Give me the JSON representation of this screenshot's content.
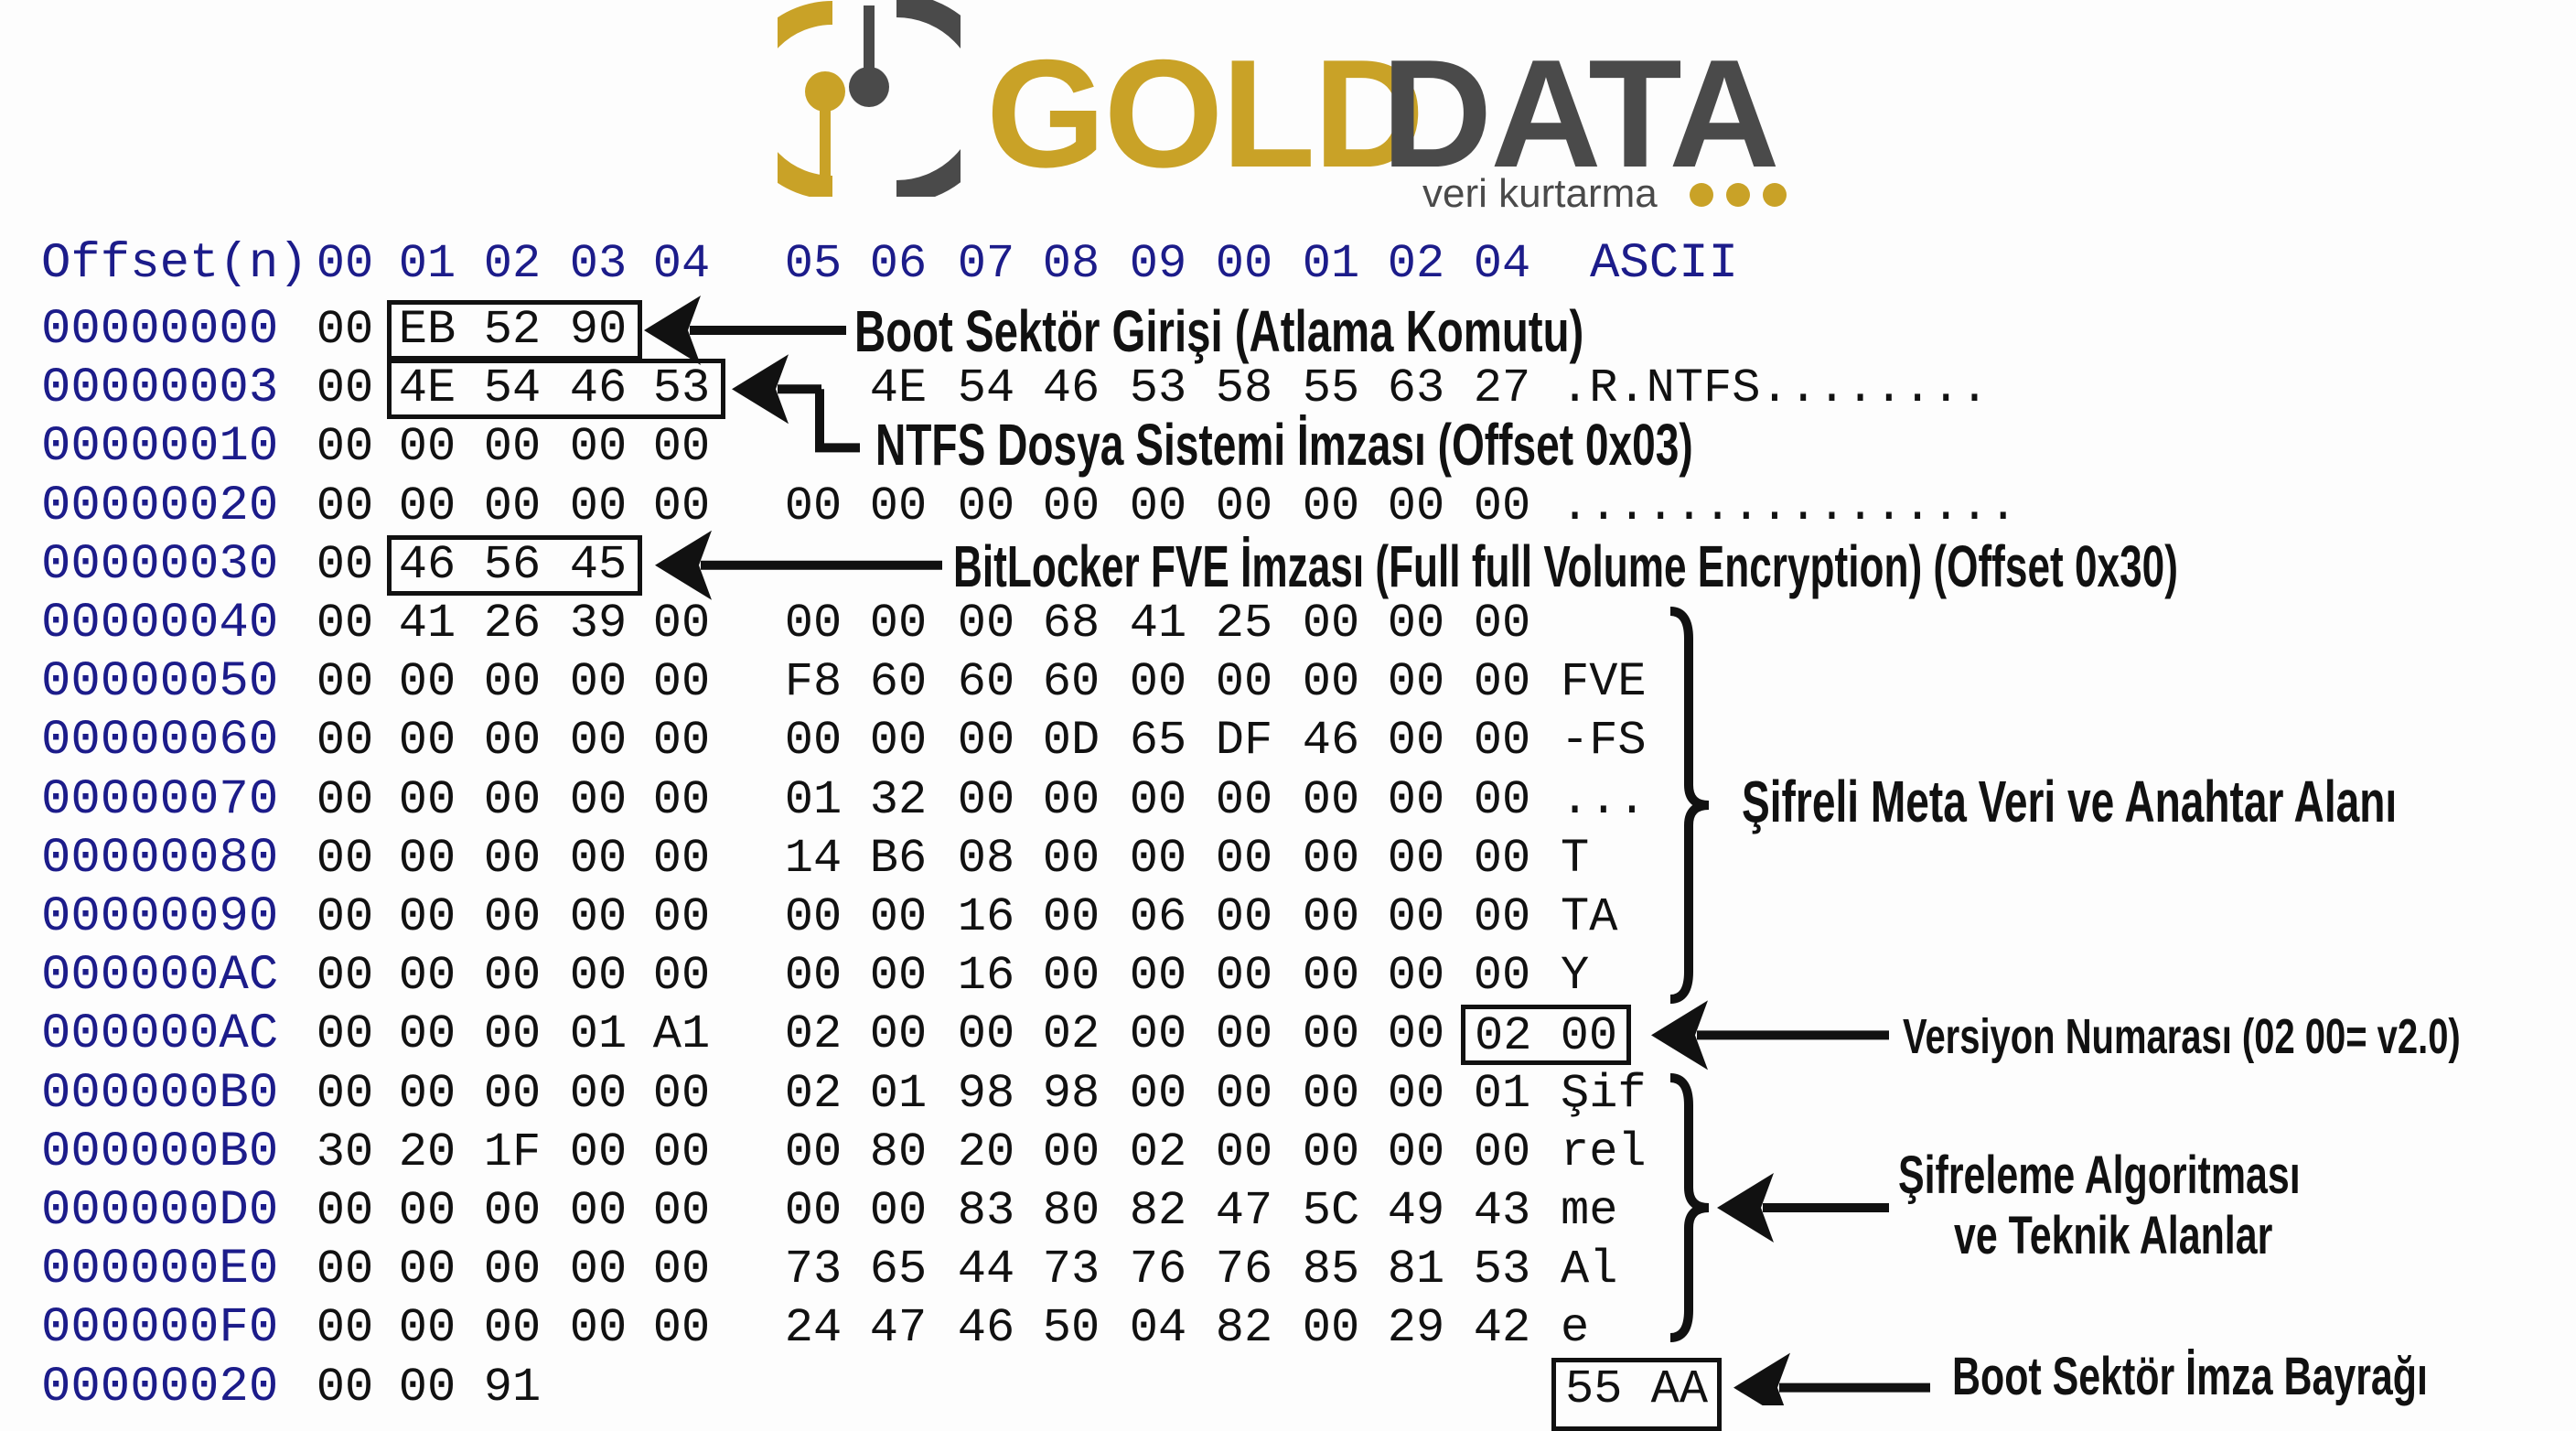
{
  "logo": {
    "brand_gold": "GOLD",
    "brand_dark": "DATA",
    "tagline": "veri kurtarma",
    "icon": "keyhole-circle-logo"
  },
  "colors": {
    "gold": "#C9A227",
    "dark": "#4A4A4A",
    "offset_blue": "#1C1C8A",
    "ink": "#111111"
  },
  "header": {
    "offset_label": "Offset(n)",
    "cols": [
      "00",
      "01",
      "02",
      "03",
      "04",
      "05",
      "06",
      "07",
      "08",
      "09",
      "00",
      "01",
      "02",
      "04"
    ],
    "ascii_label": "ASCII"
  },
  "rows": [
    {
      "offset": "00000000",
      "g1": [
        "00",
        "EB",
        "52",
        "90"
      ],
      "g2": [],
      "ascii": "",
      "highlight_cols": [
        1,
        3
      ]
    },
    {
      "offset": "00000003",
      "g1": [
        "00",
        "4E",
        "54",
        "46",
        "53"
      ],
      "g2_start": 1,
      "g2": [
        "4E",
        "54",
        "46",
        "53",
        "58",
        "55",
        "63",
        "27"
      ],
      "ascii": ".R.NTFS........",
      "highlight_cols": [
        1,
        4
      ]
    },
    {
      "offset": "00000010",
      "g1": [
        "00",
        "00",
        "00",
        "00",
        "00"
      ],
      "g2": [],
      "ascii": ""
    },
    {
      "offset": "00000020",
      "g1": [
        "00",
        "00",
        "00",
        "00",
        "00"
      ],
      "g2": [
        "00",
        "00",
        "00",
        "00",
        "00",
        "00",
        "00",
        "00",
        "00"
      ],
      "ascii": "................"
    },
    {
      "offset": "00000030",
      "g1": [
        "00",
        "46",
        "56",
        "45"
      ],
      "g2": [],
      "ascii": "",
      "highlight_cols": [
        1,
        3
      ]
    },
    {
      "offset": "00000040",
      "g1": [
        "00",
        "41",
        "26",
        "39",
        "00"
      ],
      "g2": [
        "00",
        "00",
        "00",
        "68",
        "41",
        "25",
        "00",
        "00",
        "00"
      ],
      "ascii": ""
    },
    {
      "offset": "00000050",
      "g1": [
        "00",
        "00",
        "00",
        "00",
        "00"
      ],
      "g2": [
        "F8",
        "60",
        "60",
        "60",
        "00",
        "00",
        "00",
        "00",
        "00"
      ],
      "ascii": "FVE"
    },
    {
      "offset": "00000060",
      "g1": [
        "00",
        "00",
        "00",
        "00",
        "00"
      ],
      "g2": [
        "00",
        "00",
        "00",
        "0D",
        "65",
        "DF",
        "46",
        "00",
        "00"
      ],
      "ascii": "-FS"
    },
    {
      "offset": "00000070",
      "g1": [
        "00",
        "00",
        "00",
        "00",
        "00"
      ],
      "g2": [
        "01",
        "32",
        "00",
        "00",
        "00",
        "00",
        "00",
        "00",
        "00"
      ],
      "ascii": "..."
    },
    {
      "offset": "00000080",
      "g1": [
        "00",
        "00",
        "00",
        "00",
        "00"
      ],
      "g2": [
        "14",
        "B6",
        "08",
        "00",
        "00",
        "00",
        "00",
        "00",
        "00"
      ],
      "ascii": "T"
    },
    {
      "offset": "00000090",
      "g1": [
        "00",
        "00",
        "00",
        "00",
        "00"
      ],
      "g2": [
        "00",
        "00",
        "16",
        "00",
        "06",
        "00",
        "00",
        "00",
        "00"
      ],
      "ascii": "TA"
    },
    {
      "offset": "000000AC",
      "g1": [
        "00",
        "00",
        "00",
        "00",
        "00"
      ],
      "g2": [
        "00",
        "00",
        "16",
        "00",
        "00",
        "00",
        "00",
        "00",
        "00"
      ],
      "ascii": "Y"
    },
    {
      "offset": "000000AC",
      "g1": [
        "00",
        "00",
        "00",
        "01",
        "A1"
      ],
      "g2": [
        "02",
        "00",
        "00",
        "02",
        "00",
        "00",
        "00",
        "00"
      ],
      "ascii": "",
      "boxed_tail": "02 00"
    },
    {
      "offset": "000000B0",
      "g1": [
        "00",
        "00",
        "00",
        "00",
        "00"
      ],
      "g2": [
        "02",
        "01",
        "98",
        "98",
        "00",
        "00",
        "00",
        "00",
        "01"
      ],
      "ascii": "Şif"
    },
    {
      "offset": "000000B0",
      "g1": [
        "30",
        "20",
        "1F",
        "00",
        "00"
      ],
      "g2": [
        "00",
        "80",
        "20",
        "00",
        "02",
        "00",
        "00",
        "00",
        "00"
      ],
      "ascii": "rel"
    },
    {
      "offset": "000000D0",
      "g1": [
        "00",
        "00",
        "00",
        "00",
        "00"
      ],
      "g2": [
        "00",
        "00",
        "83",
        "80",
        "82",
        "47",
        "5C",
        "49",
        "43"
      ],
      "ascii": "me"
    },
    {
      "offset": "000000E0",
      "g1": [
        "00",
        "00",
        "00",
        "00",
        "00"
      ],
      "g2": [
        "73",
        "65",
        "44",
        "73",
        "76",
        "76",
        "85",
        "81",
        "53"
      ],
      "ascii": " Al"
    },
    {
      "offset": "000000F0",
      "g1": [
        "00",
        "00",
        "00",
        "00",
        "00"
      ],
      "g2": [
        "24",
        "47",
        "46",
        "50",
        "04",
        "82",
        "00",
        "29",
        "42"
      ],
      "ascii": "e"
    },
    {
      "offset": "00000020",
      "g1": [
        "00",
        "00",
        "91"
      ],
      "g2": [],
      "ascii": "",
      "boxed_tail": "55 AA"
    }
  ],
  "annotations": {
    "boot_entry": "Boot Sektör Girişi (Atlama Komutu)",
    "ntfs_signature": "NTFS Dosya Sistemi İmzası (Offset 0x03)",
    "bitlocker_signature": "BitLocker FVE İmzası (Full full Volume Encryption) (Offset 0x30)",
    "metadata_area": "Şifreli Meta Veri ve Anahtar Alanı",
    "version": "Versiyon Numarası (02 00= v2.0)",
    "algorithm_line1": "Şifreleme Algoritması",
    "algorithm_line2": "ve Teknik Alanlar",
    "boot_flag": "Boot Sektör İmza Bayrağı"
  }
}
